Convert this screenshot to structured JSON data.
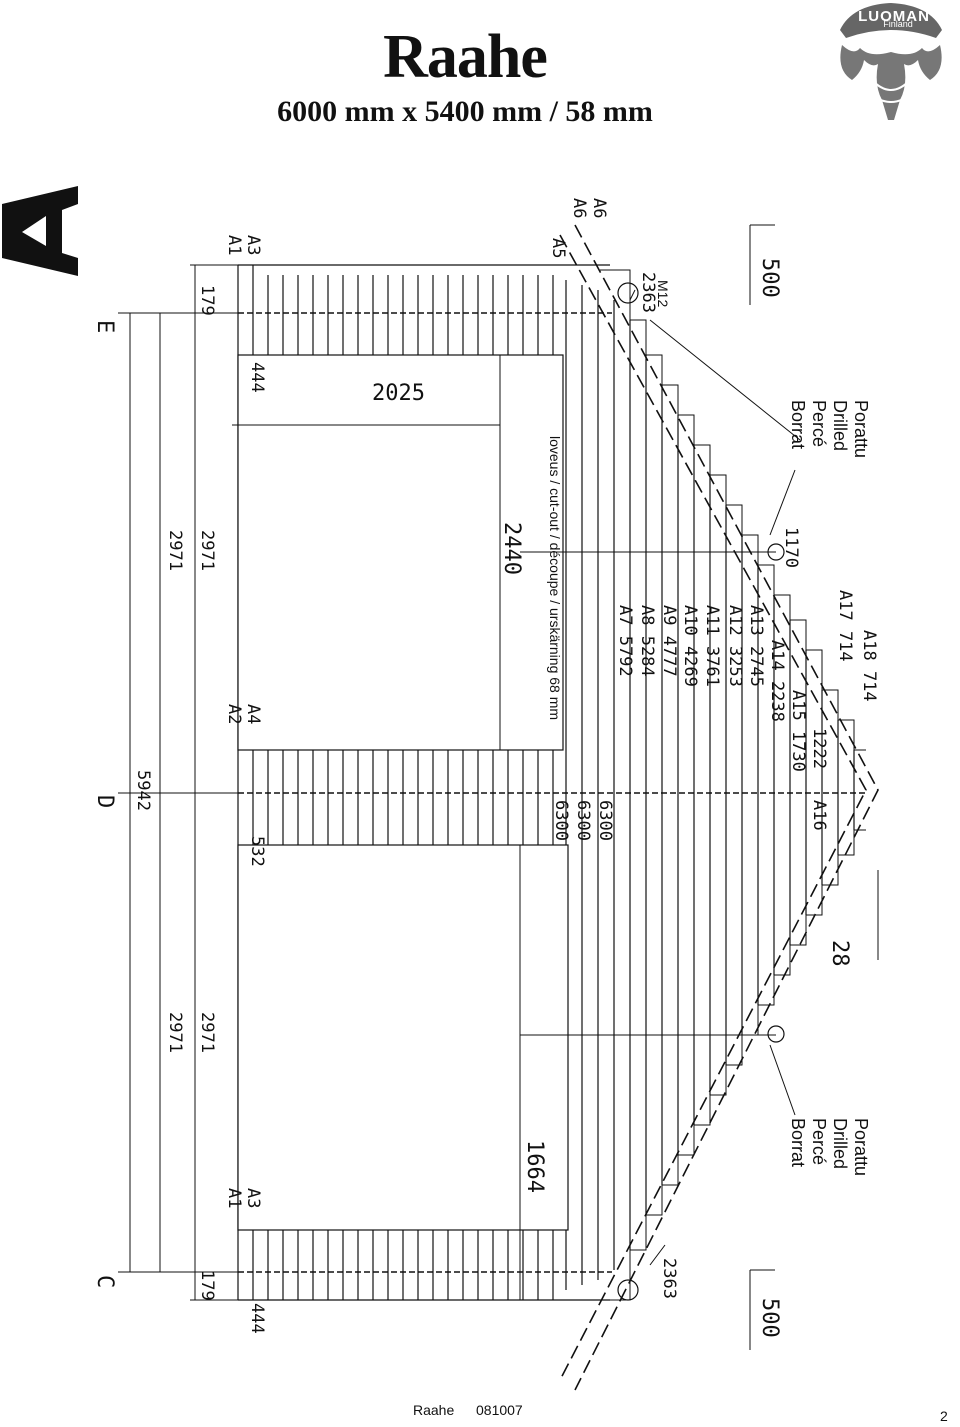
{
  "header": {
    "title": "Raahe",
    "subtitle": "6000 mm x 5400 mm / 58 mm",
    "logo_text": "LUOMAN",
    "logo_sub": "Finland"
  },
  "wall_letter": "A",
  "axis_labels": {
    "e": "E",
    "d": "D",
    "c": "C"
  },
  "dimensions": {
    "d500_top": "500",
    "d500_bottom": "500",
    "d2025": "2025",
    "d2440": "2440",
    "d1664": "1664",
    "d1170": "1170",
    "d5942": "5942",
    "d2971_a": "2971",
    "d2971_b": "2971",
    "d2971_c": "2971",
    "d2971_d": "2971",
    "d444_top": "444",
    "d444_bottom": "444",
    "d532": "532",
    "d179_top": "179",
    "d179_bottom": "179",
    "m12": "M12",
    "d2363_top": "2363",
    "d2363_bottom": "2363",
    "angle": "28"
  },
  "parts": {
    "a6a": "A6",
    "a6b": "A6",
    "a5": "A5",
    "a3_top": "A3",
    "a1_top": "A1",
    "a4": "A4",
    "a2": "A2",
    "a3_bottom": "A3",
    "a1_bottom": "A1",
    "a16": "A16",
    "a17": "A17  714",
    "a18": "A18  714",
    "a15": "A15  1730",
    "a15b": "1222",
    "a14": "A14  2238",
    "a13": "A13  2745",
    "a12": "A12  3253",
    "a11": "A11  3761",
    "a10": "A10  4269",
    "a9": "A9   4777",
    "a8": "A8   5284",
    "a7": "A7   5792",
    "l6300a": "6300",
    "l6300b": "6300",
    "l6300c": "6300"
  },
  "notes": {
    "cutout": "loveus / cut-out / découpe / urskärning  68 mm",
    "drilled_top": [
      "Porattu",
      "Drilled",
      "Percé",
      "Borrat"
    ],
    "drilled_bottom": [
      "Porattu",
      "Drilled",
      "Percé",
      "Borrat"
    ]
  },
  "footer": {
    "name": "Raahe",
    "code": "081007",
    "page": "2"
  }
}
